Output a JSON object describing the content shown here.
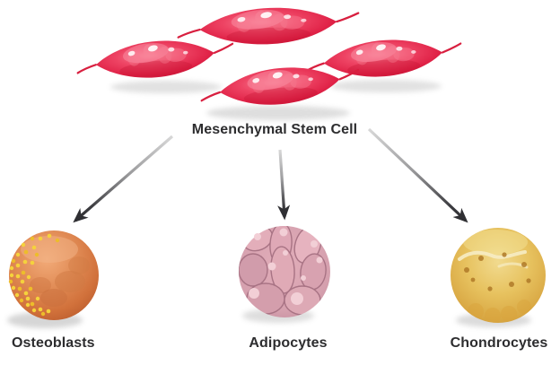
{
  "diagram": {
    "parent": {
      "label": "Mesenchymal Stem Cell"
    },
    "branches": [
      {
        "label": "Osteoblasts"
      },
      {
        "label": "Adipocytes"
      },
      {
        "label": "Chondrocytes"
      }
    ],
    "colors": {
      "stem_cell_red": "#e62c4c",
      "stem_cell_highlight": "#f98ba0",
      "osteoblast_orange": "#dd8352",
      "osteoblast_granule_yellow": "#f5d23c",
      "adipocyte_pink": "#dba8b4",
      "adipocyte_droplet": "#f2cfd6",
      "chondrocyte_gold": "#e4bc55",
      "chondrocyte_dot_brown": "#b07a28",
      "arrow_dark": "#35353a",
      "arrow_light": "#d8d8d8",
      "label_text": "#2d2d2f",
      "background": "#ffffff"
    }
  }
}
